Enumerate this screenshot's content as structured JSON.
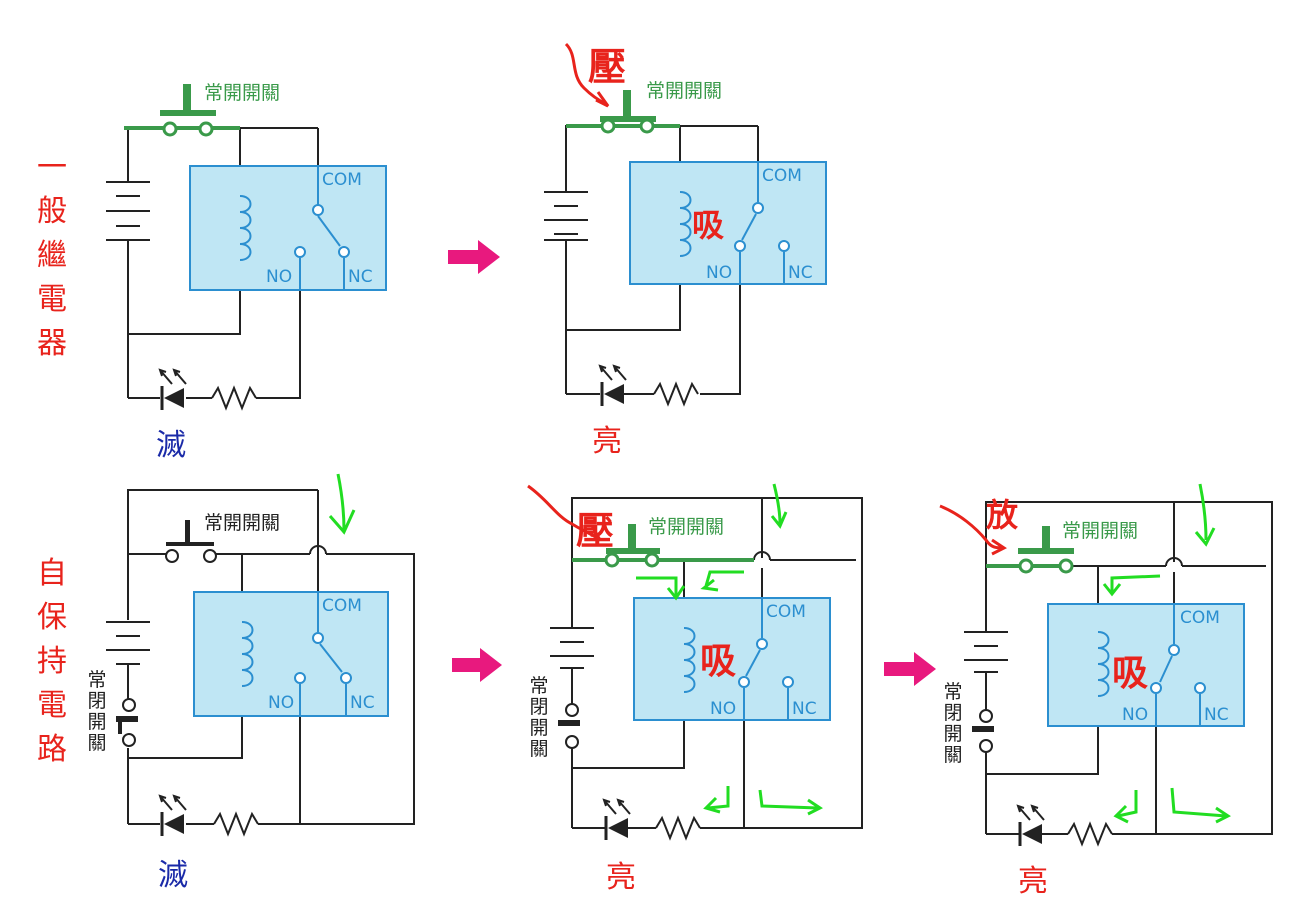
{
  "row1": {
    "label": "一般繼電器",
    "status_off": "滅",
    "status_on": "亮",
    "press": "壓"
  },
  "row2": {
    "label": "自保持電路",
    "status_off": "滅",
    "status_on": "亮",
    "press": "壓",
    "release": "放"
  },
  "switch_no": "常開開關",
  "switch_nc": "常閉開關",
  "relay": {
    "com": "COM",
    "no": "NO",
    "nc": "NC",
    "pull": "吸"
  },
  "colors": {
    "red": "#e8231c",
    "blue": "#1a2aa8",
    "green": "#3a9a4a",
    "relay_fill": "#bfe6f4",
    "relay_stroke": "#2b8fd0",
    "arrow": "#e8197e",
    "hand_green": "#22dd22"
  }
}
